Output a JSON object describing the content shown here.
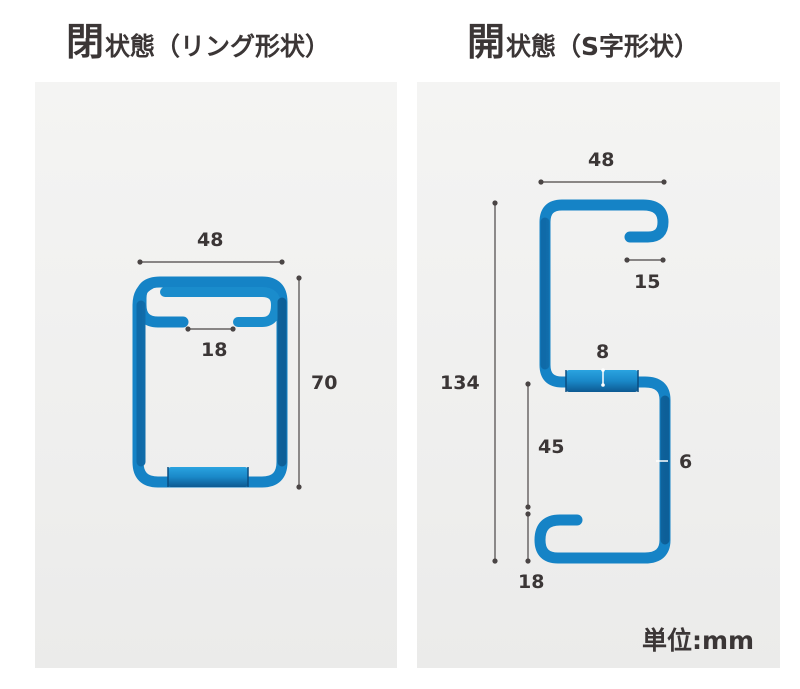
{
  "titles": {
    "left": {
      "lead": "閉",
      "rest": "状態（リング形状）"
    },
    "right": {
      "lead": "開",
      "rest": "状態（S字形状）"
    }
  },
  "left_panel": {
    "state": "closed",
    "shape": "ring",
    "dimensions": {
      "width": "48",
      "gap": "18",
      "height": "70"
    }
  },
  "right_panel": {
    "state": "open",
    "shape": "S-shape",
    "dimensions": {
      "width": "48",
      "hook": "15",
      "sleeve": "8",
      "total_height": "134",
      "lower_height": "45",
      "lower_hook": "18",
      "wire": "6"
    }
  },
  "unit_label": "単位:mm",
  "colors": {
    "hook_blue": "#1e8fd0",
    "hook_dark": "#0e5f9c",
    "text": "#3b3636",
    "dim_line": "#4a4545",
    "panel_bg": "#f0f0ef"
  }
}
